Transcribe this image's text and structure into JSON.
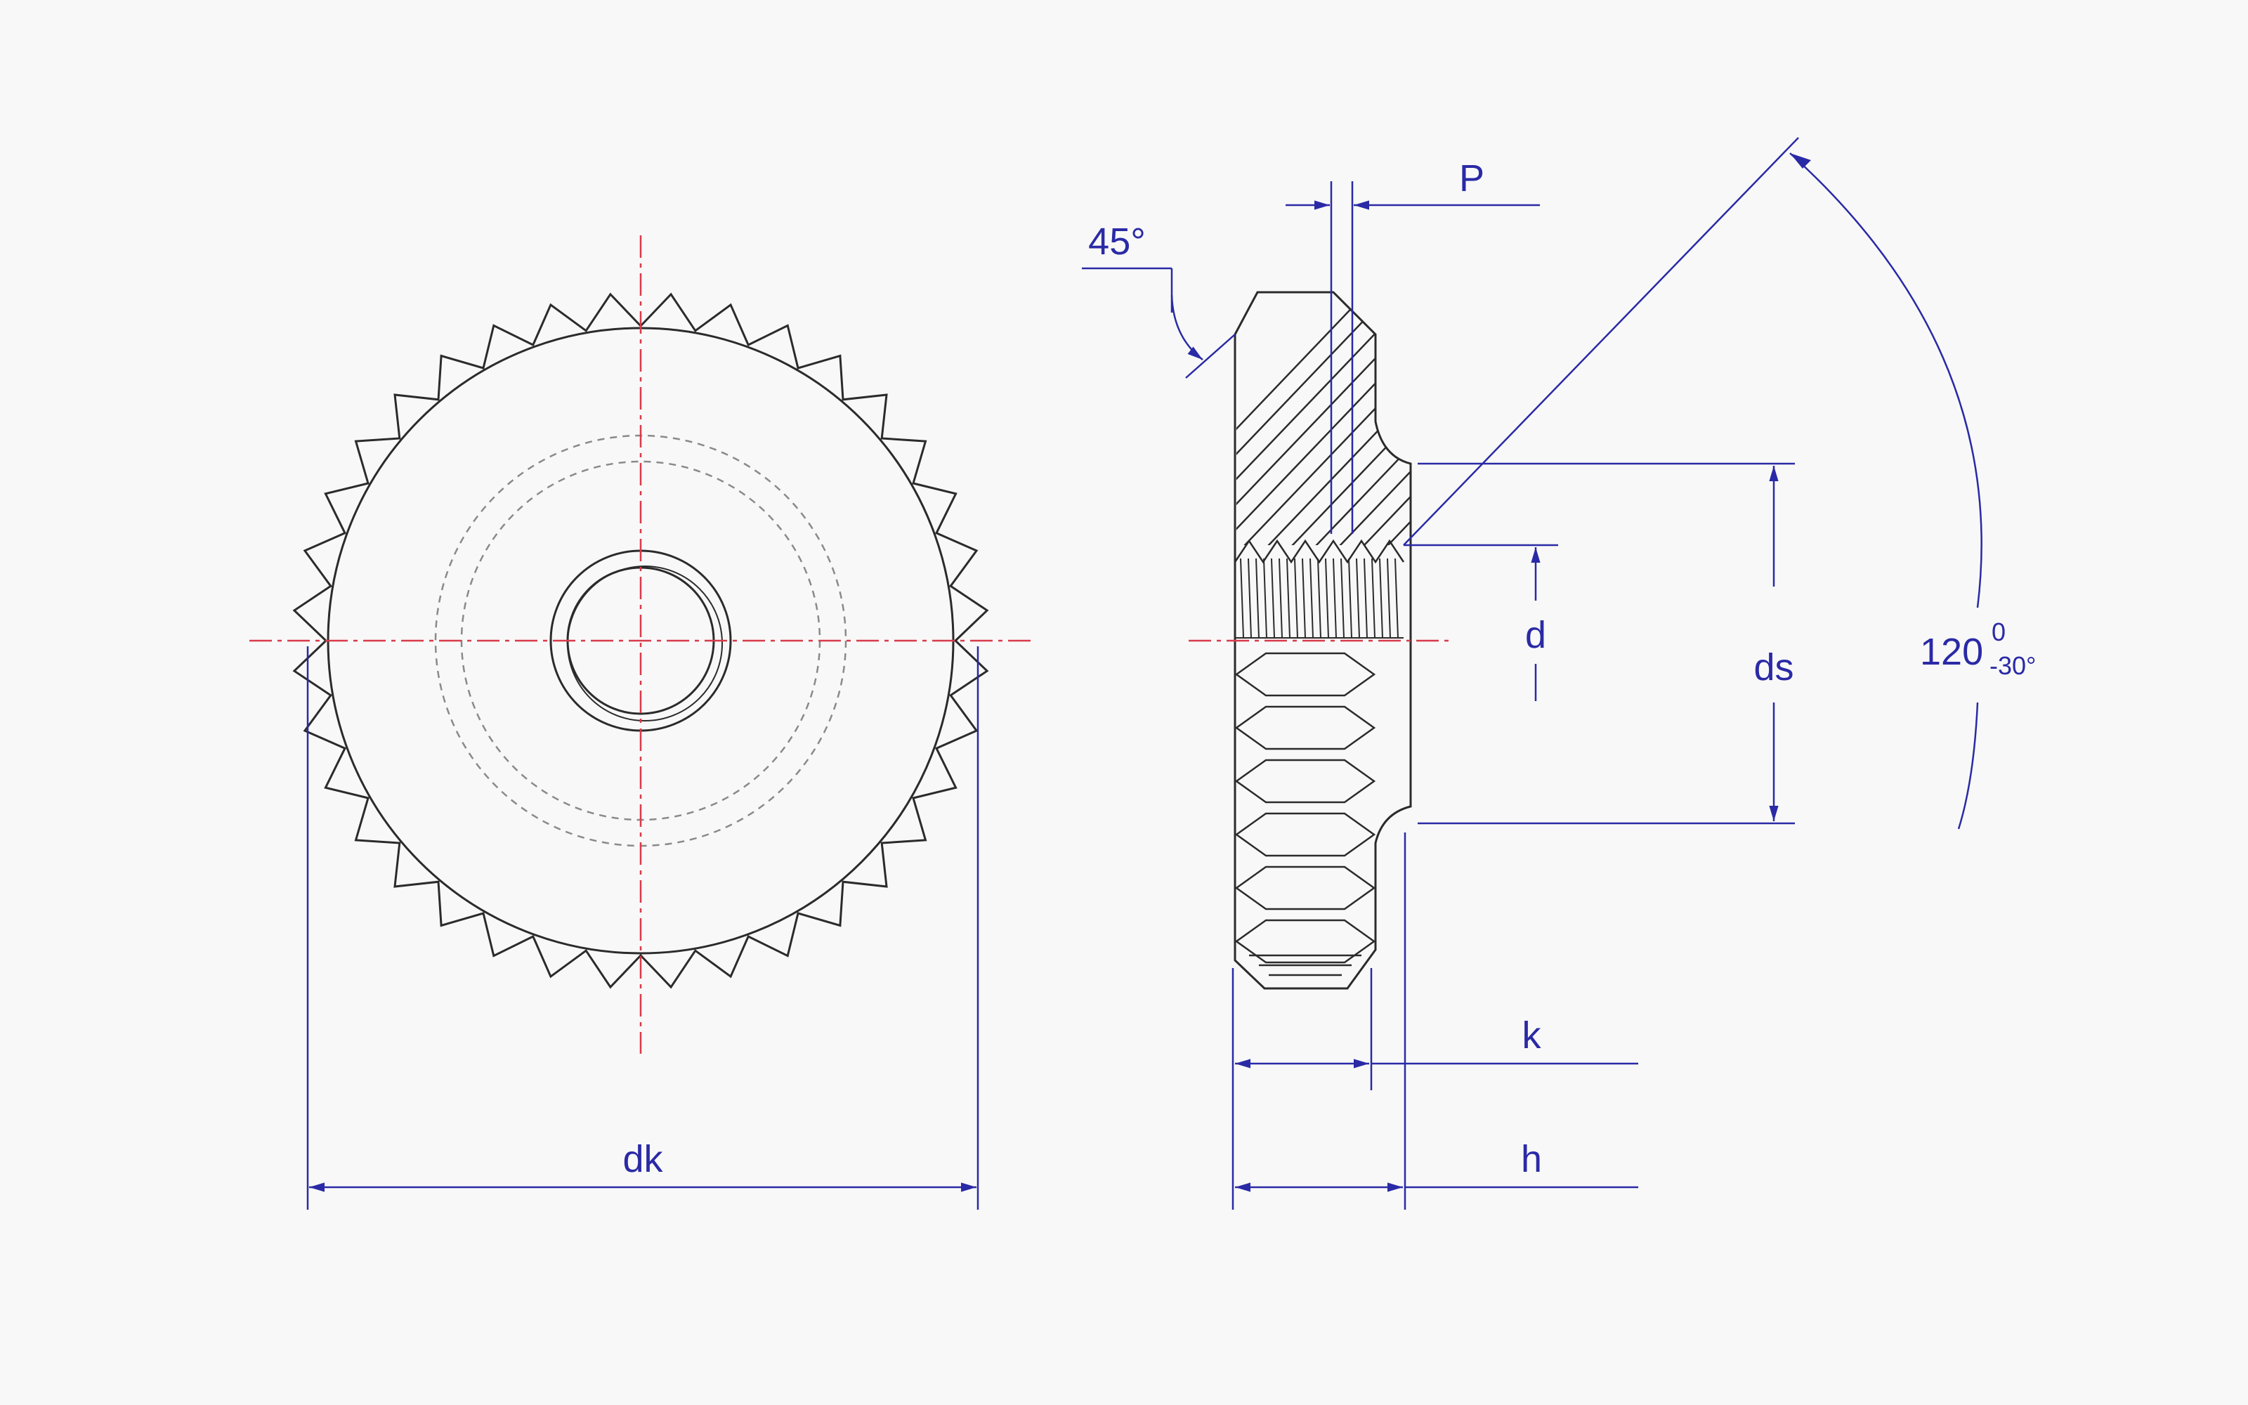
{
  "colors": {
    "paper": "#f8f8f8",
    "outline": "#2b2b2b",
    "dimension": "#2a2aa6",
    "centerline": "#d93a4a",
    "hidden": "#8a8a8a"
  },
  "front_view": {
    "knurl_teeth": 36
  },
  "dimensions": {
    "dk": "dk",
    "p": "P",
    "angle_45": "45°",
    "d": "d",
    "ds": "ds",
    "k": "k",
    "h": "h",
    "angle_120": {
      "value": "120",
      "upper_tolerance": "0",
      "lower_tolerance": "-30°"
    }
  }
}
